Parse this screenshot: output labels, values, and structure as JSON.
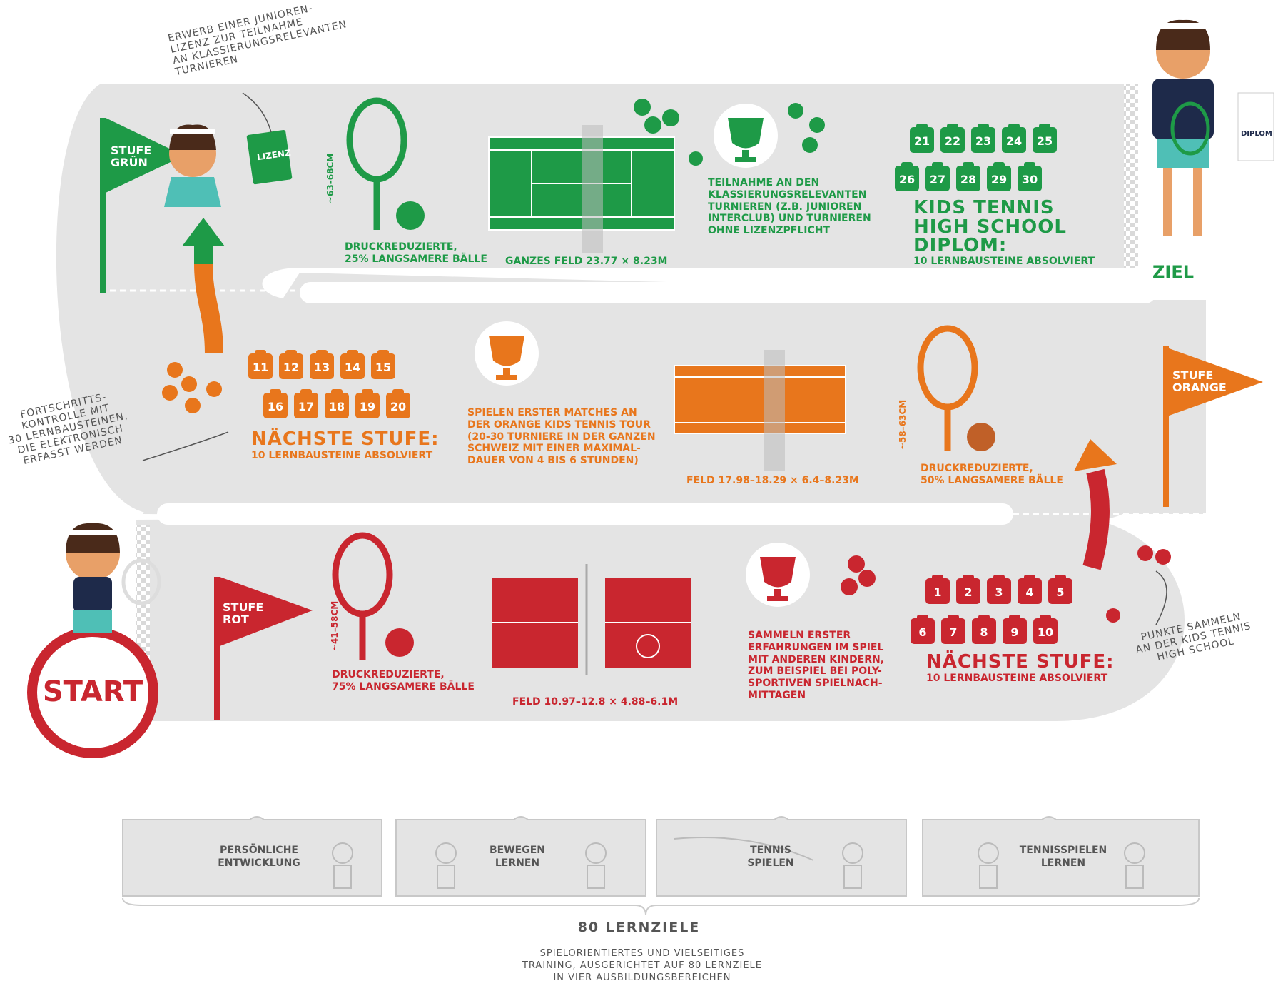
{
  "colors": {
    "green": "#1e9a47",
    "orange": "#e8761c",
    "red": "#c9262f",
    "track": "#e4e4e4",
    "text_gray": "#555555"
  },
  "annotations": {
    "license": [
      "ERWERB EINER JUNIOREN-",
      "LIZENZ ZUR TEILNAHME",
      "AN KLASSIERUNGSRELEVANTEN",
      "TURNIEREN"
    ],
    "progress": [
      "FORTSCHRITTS-",
      "KONTROLLE MIT",
      "30 LERNBAUSTEINEN,",
      "DIE ELEKTRONISCH",
      "ERFASST WERDEN"
    ],
    "points": [
      "PUNKTE SAMMELN",
      "AN DER KIDS TENNIS",
      "HIGH SCHOOL"
    ]
  },
  "start_label": "START",
  "goal_label": "ZIEL",
  "diploma_label": "DIPLOM",
  "license_card_label": "LIZENZ",
  "green": {
    "flag": [
      "STUFE",
      "GRÜN"
    ],
    "racket_size": "~63–68cm",
    "balls": [
      "DRUCKREDUZIERTE,",
      "25% LANGSAMERE BÄLLE"
    ],
    "court": "GANZES FELD 23.77 × 8.23m",
    "tournament": [
      "TEILNAHME AN DEN",
      "KLASSIERUNGSRELEVANTEN",
      "TURNIEREN (Z.B. JUNIOREN",
      "INTERCLUB) UND TURNIEREN",
      "OHNE LIZENZPFLICHT"
    ],
    "tiles": [
      "21",
      "22",
      "23",
      "24",
      "25",
      "26",
      "27",
      "28",
      "29",
      "30"
    ],
    "title": [
      "KIDS TENNIS",
      "HIGH SCHOOL",
      "DIPLOM:"
    ],
    "subtitle": "10 LERNBAUSTEINE ABSOLVIERT"
  },
  "orange": {
    "flag": [
      "STUFE",
      "ORANGE"
    ],
    "tiles": [
      "11",
      "12",
      "13",
      "14",
      "15",
      "16",
      "17",
      "18",
      "19",
      "20"
    ],
    "title": "NÄCHSTE STUFE:",
    "subtitle": "10 LERNBAUSTEINE ABSOLVIERT",
    "tournament": [
      "SPIELEN ERSTER MATCHES AN",
      "DER ORANGE KIDS TENNIS TOUR",
      "(20-30 TURNIERE IN DER GANZEN",
      "SCHWEIZ MIT EINER MAXIMAL-",
      "DAUER VON 4 BIS 6 STUNDEN)"
    ],
    "court": "FELD 17.98–18.29 × 6.4–8.23m",
    "racket_size": "~58–63cm",
    "balls": [
      "DRUCKREDUZIERTE,",
      "50% LANGSAMERE BÄLLE"
    ]
  },
  "red": {
    "flag": [
      "STUFE",
      "ROT"
    ],
    "racket_size": "~41–58cm",
    "balls": [
      "DRUCKREDUZIERTE,",
      "75% LANGSAMERE BÄLLE"
    ],
    "court": "FELD 10.97–12.8 × 4.88–6.1m",
    "experience": [
      "SAMMELN ERSTER",
      "ERFAHRUNGEN IM SPIEL",
      "MIT ANDEREN KINDERN,",
      "ZUM BEISPIEL BEI POLY-",
      "SPORTIVEN SPIELNACH-",
      "MITTAGEN"
    ],
    "tiles": [
      "1",
      "2",
      "3",
      "4",
      "5",
      "6",
      "7",
      "8",
      "9",
      "10"
    ],
    "title": "NÄCHSTE STUFE:",
    "subtitle": "10 LERNBAUSTEINE ABSOLVIERT"
  },
  "bottom": {
    "sections": [
      [
        "PERSÖNLICHE",
        "ENTWICKLUNG"
      ],
      [
        "BEWEGEN",
        "LERNEN"
      ],
      [
        "TENNIS",
        "SPIELEN"
      ],
      [
        "TENNISSPIELEN",
        "LERNEN"
      ]
    ],
    "title": "80 LERNZIELE",
    "subtitle": [
      "SPIELORIENTIERTES UND VIELSEITIGES",
      "TRAINING, AUSGERICHTET AUF 80 LERNZIELE",
      "IN VIER AUSBILDUNGSBEREICHEN"
    ]
  }
}
